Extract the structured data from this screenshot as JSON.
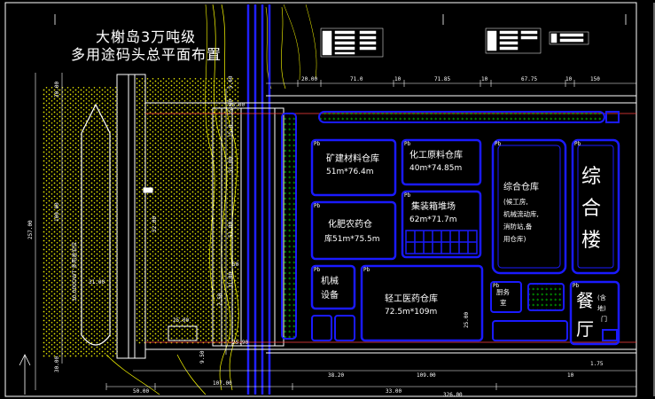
{
  "title": {
    "line1": "大榭岛3万吨级",
    "line2": "多用途码头总平面布置"
  },
  "colors": {
    "background": "#000000",
    "building_outline": "#1a1aff",
    "road": "#ffffff",
    "greenery": "#00c800",
    "contour": "#ffff00",
    "pipe": "#2020ff",
    "dimension": "#ffffff",
    "boundary": "#ff4040"
  },
  "buildings": [
    {
      "id": "b1",
      "line1": "矿建材料仓库",
      "line2": "51m*76.4m"
    },
    {
      "id": "b2",
      "line1": "化工原料仓库",
      "line2": "40m*74.85m"
    },
    {
      "id": "b3",
      "line1": "集装箱堆场",
      "line2": "62m*71.7m"
    },
    {
      "id": "b4",
      "line1": "化肥农药仓",
      "line2": "库51m*75.5m"
    },
    {
      "id": "b5",
      "line1": "综合仓库",
      "line2": "(候工房,",
      "line3": "机械流动库,",
      "line4": "消防站,备",
      "line5": "用仓库)"
    },
    {
      "id": "b6",
      "line1": "综",
      "line2": "合",
      "line3": "楼"
    },
    {
      "id": "b7",
      "line1": "机械",
      "line2": "设备"
    },
    {
      "id": "b8",
      "line1": "轻工医药仓库",
      "line2": "72.5m*109m"
    },
    {
      "id": "b9",
      "line1": "厨务",
      "line2": "室"
    },
    {
      "id": "b10",
      "line1": "餐",
      "line2": "厅",
      "line3": "(含",
      "line4": "地)",
      "line5": "门"
    }
  ],
  "dimensions": {
    "top": [
      "20.00",
      "71.0",
      "10",
      "71.85",
      "10",
      "67.75",
      "10",
      "150"
    ],
    "bottom": [
      "50.00",
      "107.00",
      "38.20",
      "109.00",
      "326.00",
      "33.00",
      "10",
      "1.75"
    ],
    "left_vertical": [
      "30.00",
      "257.00",
      "100.00",
      "30.00",
      "15.0",
      "51.00",
      "51.00",
      "15.00",
      "52.00",
      "5.60",
      "7.50",
      "25.00",
      "9.50",
      "31.00"
    ],
    "inline": [
      "31.00",
      "25.00",
      "50",
      "25.90",
      "25.00"
    ],
    "small_tag": "Pb",
    "berth_note": "30,000DWT 多用途泊位"
  },
  "tables": {
    "left_rows": 8,
    "right_rows": 5
  }
}
